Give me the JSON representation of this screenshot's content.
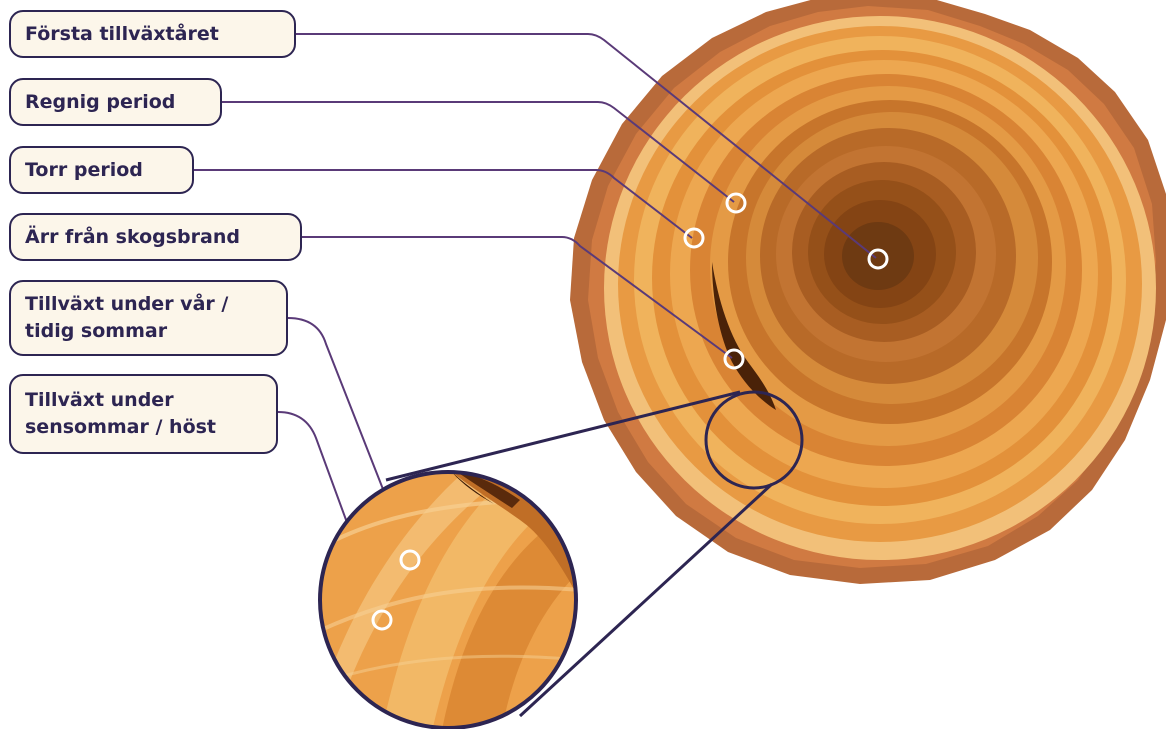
{
  "labels": {
    "first_year": "Första tillväxtåret",
    "rainy": "Regnig period",
    "dry": "Torr period",
    "fire_scar": "Ärr från skogsbrand",
    "spring_line1": "Tillväxt under vår /",
    "spring_line2": "tidig sommar",
    "autumn_line1": "Tillväxt under",
    "autumn_line2": "sensommar / höst"
  },
  "colors": {
    "outline": "#2d2552",
    "callout_line": "#5a3a78",
    "label_bg": "#fcf6ea",
    "bark": "#b5683a",
    "bark_dark": "#8c4a25",
    "ring_light": "#f0b45e",
    "ring_mid": "#e3963d",
    "ring_dark": "#c9782c",
    "heart": "#6e3a14",
    "marker": "#ffffff"
  }
}
